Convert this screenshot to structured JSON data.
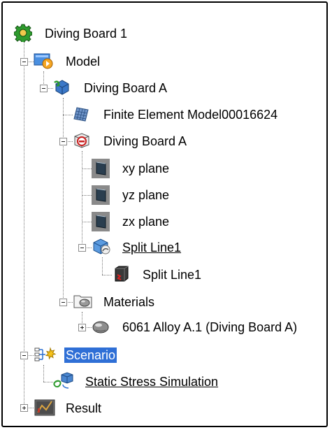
{
  "tree": {
    "root": {
      "label": "Diving Board 1",
      "icon": "gear-icon"
    },
    "model": {
      "label": "Model",
      "icon": "model-icon"
    },
    "part": {
      "label": "Diving Board A",
      "icon": "part-icon"
    },
    "fem": {
      "label": "Finite Element Model00016624",
      "icon": "mesh-icon"
    },
    "body": {
      "label": "Diving Board A",
      "icon": "body-icon"
    },
    "xy": {
      "label": "xy plane",
      "icon": "plane-icon"
    },
    "yz": {
      "label": "yz plane",
      "icon": "plane-icon"
    },
    "zx": {
      "label": "zx plane",
      "icon": "plane-icon"
    },
    "split_feature": {
      "label": "Split Line1",
      "icon": "split-line-icon"
    },
    "split_child": {
      "label": "Split Line1",
      "icon": "split-body-icon"
    },
    "materials": {
      "label": "Materials",
      "icon": "materials-folder-icon"
    },
    "alloy": {
      "label": "6061 Alloy A.1 (Diving Board A)",
      "icon": "material-icon"
    },
    "scenario": {
      "label": "Scenario",
      "icon": "scenario-icon",
      "selected": true
    },
    "simulation": {
      "label": "Static Stress Simulation",
      "icon": "simulation-icon"
    },
    "result": {
      "label": "Result",
      "icon": "result-icon"
    }
  },
  "colors": {
    "selection": "#2f6fd6",
    "frame": "#000000"
  }
}
